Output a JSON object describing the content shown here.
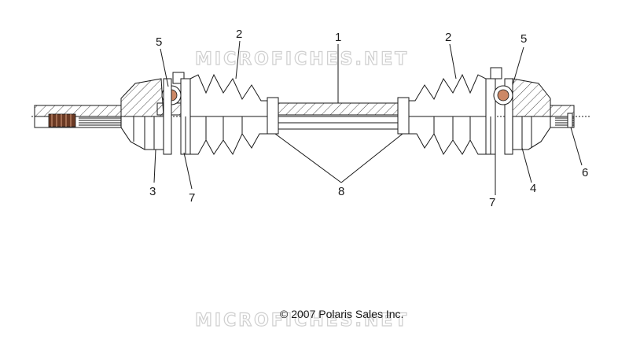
{
  "callouts": {
    "c1": "1",
    "c2_left": "2",
    "c2_right": "2",
    "c3": "3",
    "c4": "4",
    "c5_left": "5",
    "c5_right": "5",
    "c6": "6",
    "c7_left": "7",
    "c7_right": "7",
    "c8": "8"
  },
  "watermark_top": "MICROFICHES.NET",
  "watermark_bottom": "MICROFICHES.NET",
  "copyright": "© 2007 Polaris Sales Inc."
}
